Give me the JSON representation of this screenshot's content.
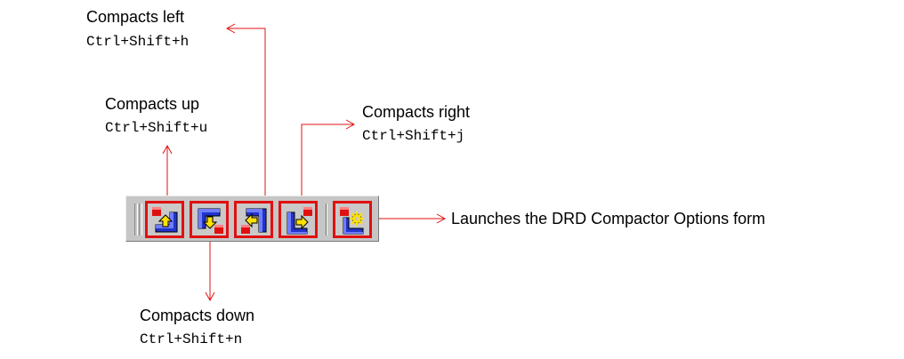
{
  "callouts": {
    "left": {
      "label": "Compacts left",
      "shortcut": "Ctrl+Shift+h"
    },
    "up": {
      "label": "Compacts up",
      "shortcut": "Ctrl+Shift+u"
    },
    "right": {
      "label": "Compacts right",
      "shortcut": "Ctrl+Shift+j"
    },
    "down": {
      "label": "Compacts down",
      "shortcut": "Ctrl+Shift+n"
    },
    "options": {
      "label": "Launches the DRD Compactor Options form"
    }
  },
  "toolbar": {
    "buttons": [
      {
        "name": "compact-up",
        "icon": "compact-up-icon"
      },
      {
        "name": "compact-down",
        "icon": "compact-down-icon"
      },
      {
        "name": "compact-left",
        "icon": "compact-left-icon"
      },
      {
        "name": "compact-right",
        "icon": "compact-right-icon"
      },
      {
        "name": "compactor-options",
        "icon": "compactor-options-icon"
      }
    ]
  },
  "colors": {
    "callout_line": "#e01010",
    "button_outline": "#e01010",
    "toolbar_bg": "#c6c6c6",
    "icon_blue": "#2233cc",
    "icon_red": "#e01010",
    "icon_yellow": "#ffe100"
  }
}
